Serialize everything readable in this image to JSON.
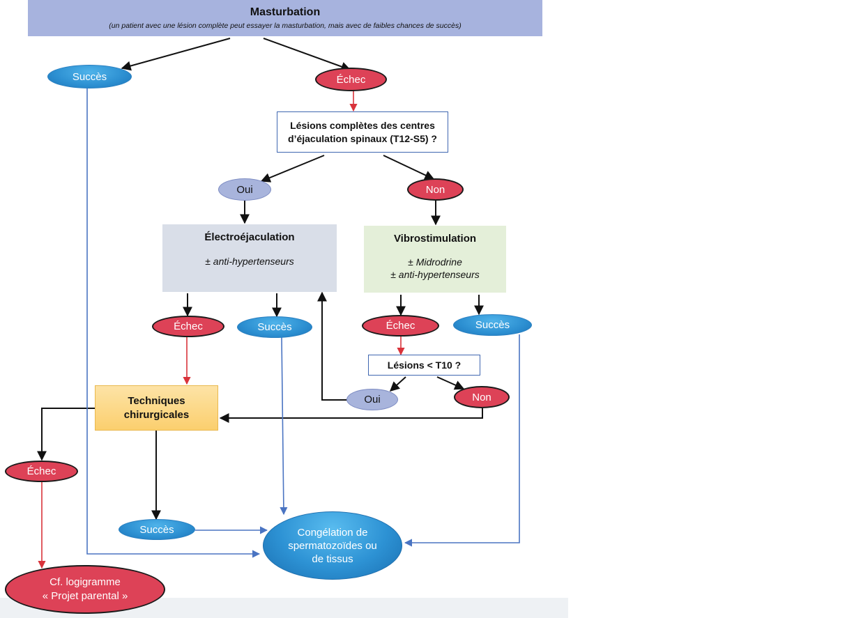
{
  "title": {
    "main": "Masturbation",
    "subtitle": "(un patient avec une lésion complète peut essayer la masturbation, mais avec de faibles chances de succès)"
  },
  "nodes": {
    "success_1": "Succès",
    "failure_1": "Échec",
    "question_1": "Lésions complètes des centres d’éjaculation spinaux (T12-S5) ?",
    "yes_1": "Oui",
    "no_1": "Non",
    "electro_title": "Électroéjaculation",
    "electro_sub": "± anti-hypertenseurs",
    "vibro_title": "Vibrostimulation",
    "vibro_sub1": "± Midrodrine",
    "vibro_sub2": "± anti-hypertenseurs",
    "electro_failure": "Échec",
    "electro_success": "Succès",
    "vibro_failure": "Échec",
    "vibro_success": "Succès",
    "question_2": "Lésions < T10 ?",
    "yes_2": "Oui",
    "no_2": "Non",
    "surgical": "Techniques chirurgicales",
    "surgical_failure": "Échec",
    "surgical_success": "Succès",
    "freezing": "Congélation de spermatozoïdes ou de tissus",
    "parental_line1": "Cf. logigramme",
    "parental_line2": "« Projet parental »"
  },
  "colors": {
    "success": "#2c8fd1",
    "failure": "#dd4257",
    "yes": "#a8b4dc",
    "title_bar": "#a7b3de",
    "question_border": "#3f66b0",
    "arrow_black": "#111111",
    "arrow_red": "#d9333b",
    "arrow_blue": "#4a74c2"
  }
}
